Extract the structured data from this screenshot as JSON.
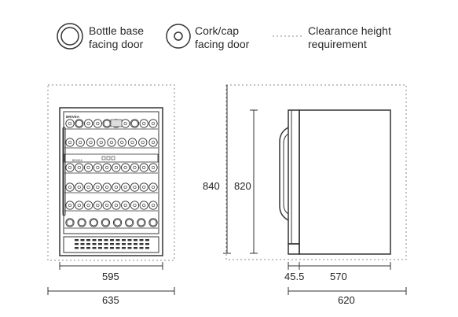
{
  "legend": {
    "base": "Bottle base\nfacing door",
    "cork": "Cork/cap\nfacing door",
    "clearance": "Clearance height\nrequirement"
  },
  "brand": "BRIVEA",
  "front": {
    "width_inner": "595",
    "width_outer": "635"
  },
  "side": {
    "height_outer": "840",
    "height_inner": "820",
    "door": "45.5",
    "depth": "570",
    "depth_total": "620"
  },
  "colors": {
    "line": "#333333",
    "dashed": "#888888"
  },
  "shelves": [
    {
      "type": "mixed",
      "count": 10
    },
    {
      "type": "cork",
      "count": 9
    },
    {
      "type": "cork",
      "count": 10
    },
    {
      "type": "cork",
      "count": 10
    },
    {
      "type": "cork",
      "count": 10
    },
    {
      "type": "base",
      "count": 8
    }
  ]
}
